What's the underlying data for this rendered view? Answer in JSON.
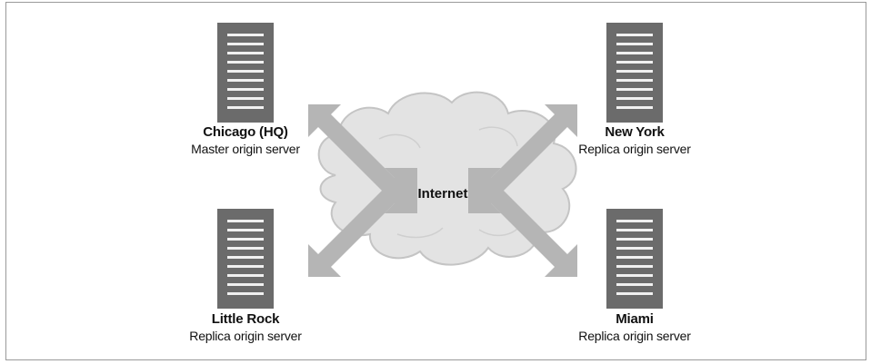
{
  "network": {
    "label": "Internet"
  },
  "servers": [
    {
      "id": "chicago",
      "name": "Chicago (HQ)",
      "role": "Master origin server"
    },
    {
      "id": "newyork",
      "name": "New York",
      "role": "Replica origin server"
    },
    {
      "id": "littlerock",
      "name": "Little Rock",
      "role": "Replica origin server"
    },
    {
      "id": "miami",
      "name": "Miami",
      "role": "Replica origin server"
    }
  ],
  "colors": {
    "server_body": "#6b6b6b",
    "server_slot": "#f0f0f0",
    "arrow": "#b5b5b5",
    "cloud_fill": "#e3e3e3",
    "cloud_edge": "#c4c4c4",
    "frame": "#9a9a9a"
  }
}
